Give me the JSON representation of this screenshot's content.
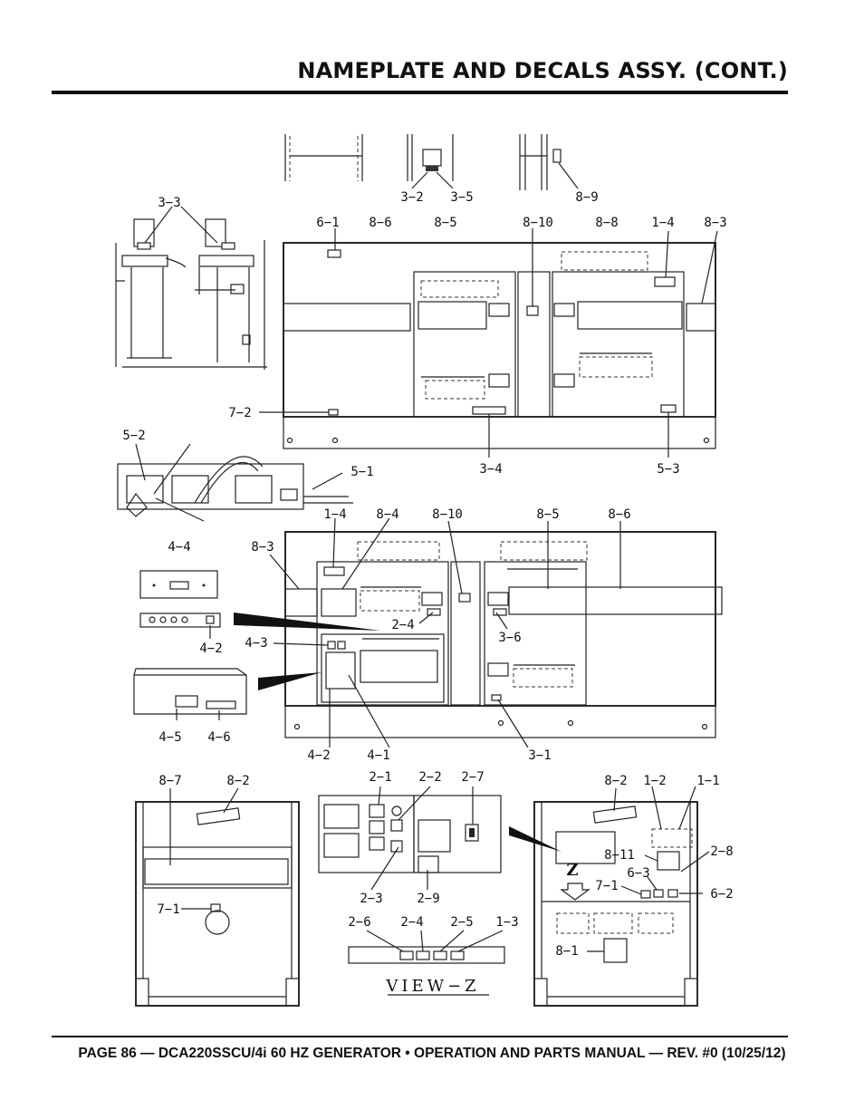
{
  "header": {
    "title": "NAMEPLATE AND DECALS ASSY. (CONT.)"
  },
  "footer": {
    "text": "PAGE 86 — DCA220SSCU/4i 60 HZ GENERATOR • OPERATION AND PARTS MANUAL — REV. #0 (10/25/12)"
  },
  "diagram": {
    "callouts": {
      "c3_3": "3−3",
      "c3_2": "3−2",
      "c3_5": "3−5",
      "c8_9": "8−9",
      "c6_1": "6−1",
      "c8_6a": "8−6",
      "c8_5a": "8−5",
      "c8_10a": "8−10",
      "c8_8": "8−8",
      "c1_4a": "1−4",
      "c8_3a": "8−3",
      "c7_2": "7−2",
      "c3_4": "3−4",
      "c5_3": "5−3",
      "c5_2": "5−2",
      "c5_1": "5−1",
      "c1_4b": "1−4",
      "c8_4": "8−4",
      "c8_10b": "8−10",
      "c8_5b": "8−5",
      "c8_6b": "8−6",
      "c4_4": "4−4",
      "c8_3b": "8−3",
      "c4_2a": "4−2",
      "c4_3": "4−3",
      "c2_4a": "2−4",
      "c3_6": "3−6",
      "c4_5": "4−5",
      "c4_6": "4−6",
      "c4_2b": "4−2",
      "c4_1": "4−1",
      "c3_1": "3−1",
      "c8_7": "8−7",
      "c8_2a": "8−2",
      "c7_1a": "7−1",
      "c2_1": "2−1",
      "c2_2": "2−2",
      "c2_7": "2−7",
      "c2_3": "2−3",
      "c2_9": "2−9",
      "c2_6": "2−6",
      "c2_4b": "2−4",
      "c2_5": "2−5",
      "c1_3": "1−3",
      "c8_2b": "8−2",
      "c1_2": "1−2",
      "c1_1": "1−1",
      "c8_11": "8−11",
      "c2_8": "2−8",
      "c6_3": "6−3",
      "c7_1b": "7−1",
      "c6_2": "6−2",
      "c8_1": "8−1",
      "z": "Z"
    },
    "view_label": "VIEW−Z"
  }
}
